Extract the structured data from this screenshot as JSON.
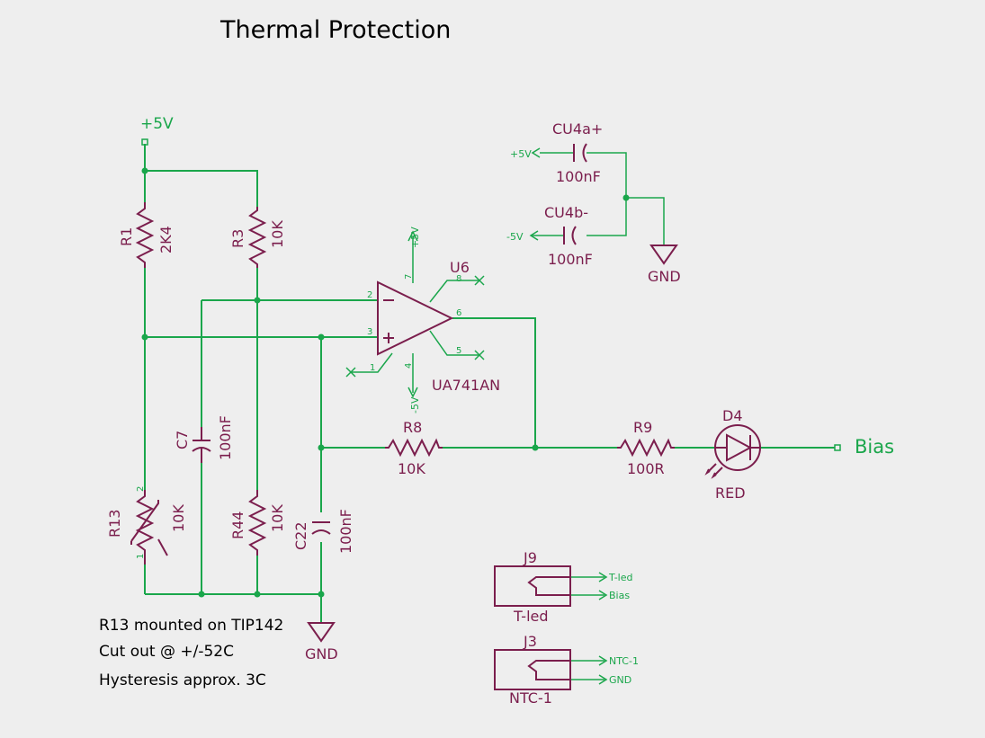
{
  "title": "Thermal Protection",
  "colors": {
    "wire": "#1aa64b",
    "component": "#7b1e4d",
    "text": "#000000",
    "background": "#eeeeee"
  },
  "nets": {
    "vcc_main": "+5V",
    "vcc_small": "+5V",
    "vee_small": "-5V",
    "opamp_vcc": "+5V",
    "opamp_vee": "-5V",
    "gnd_caps": "GND",
    "gnd_main": "GND",
    "bias": "Bias"
  },
  "components": {
    "r1": {
      "ref": "R1",
      "value": "2K4"
    },
    "r3": {
      "ref": "R3",
      "value": "10K"
    },
    "r13": {
      "ref": "R13",
      "value": "10K"
    },
    "r44": {
      "ref": "R44",
      "value": "10K"
    },
    "c7": {
      "ref": "C7",
      "value": "100nF"
    },
    "c22": {
      "ref": "C22",
      "value": "100nF"
    },
    "r8": {
      "ref": "R8",
      "value": "10K"
    },
    "r9": {
      "ref": "R9",
      "value": "100R"
    },
    "d4": {
      "ref": "D4",
      "value": "RED"
    },
    "u6": {
      "ref": "U6",
      "value": "UA741AN"
    },
    "cu4a": {
      "ref": "CU4a+",
      "value": "100nF"
    },
    "cu4b": {
      "ref": "CU4b-",
      "value": "100nF"
    },
    "j9": {
      "ref": "J9",
      "value": "T-led",
      "pin1": "T-led",
      "pin2": "Bias"
    },
    "j3": {
      "ref": "J3",
      "value": "NTC-1",
      "pin1": "NTC-1",
      "pin2": "GND"
    }
  },
  "pins": {
    "u6_minus": "2",
    "u6_plus": "3",
    "u6_out": "6",
    "u6_vcc": "7",
    "u6_vee": "4",
    "u6_p8": "8",
    "u6_p5": "5",
    "u6_p1": "1",
    "r13_top": "2",
    "r13_bot": "1"
  },
  "notes": [
    "R13 mounted on TIP142",
    "Cut out @ +/-52C",
    "Hysteresis approx. 3C"
  ]
}
